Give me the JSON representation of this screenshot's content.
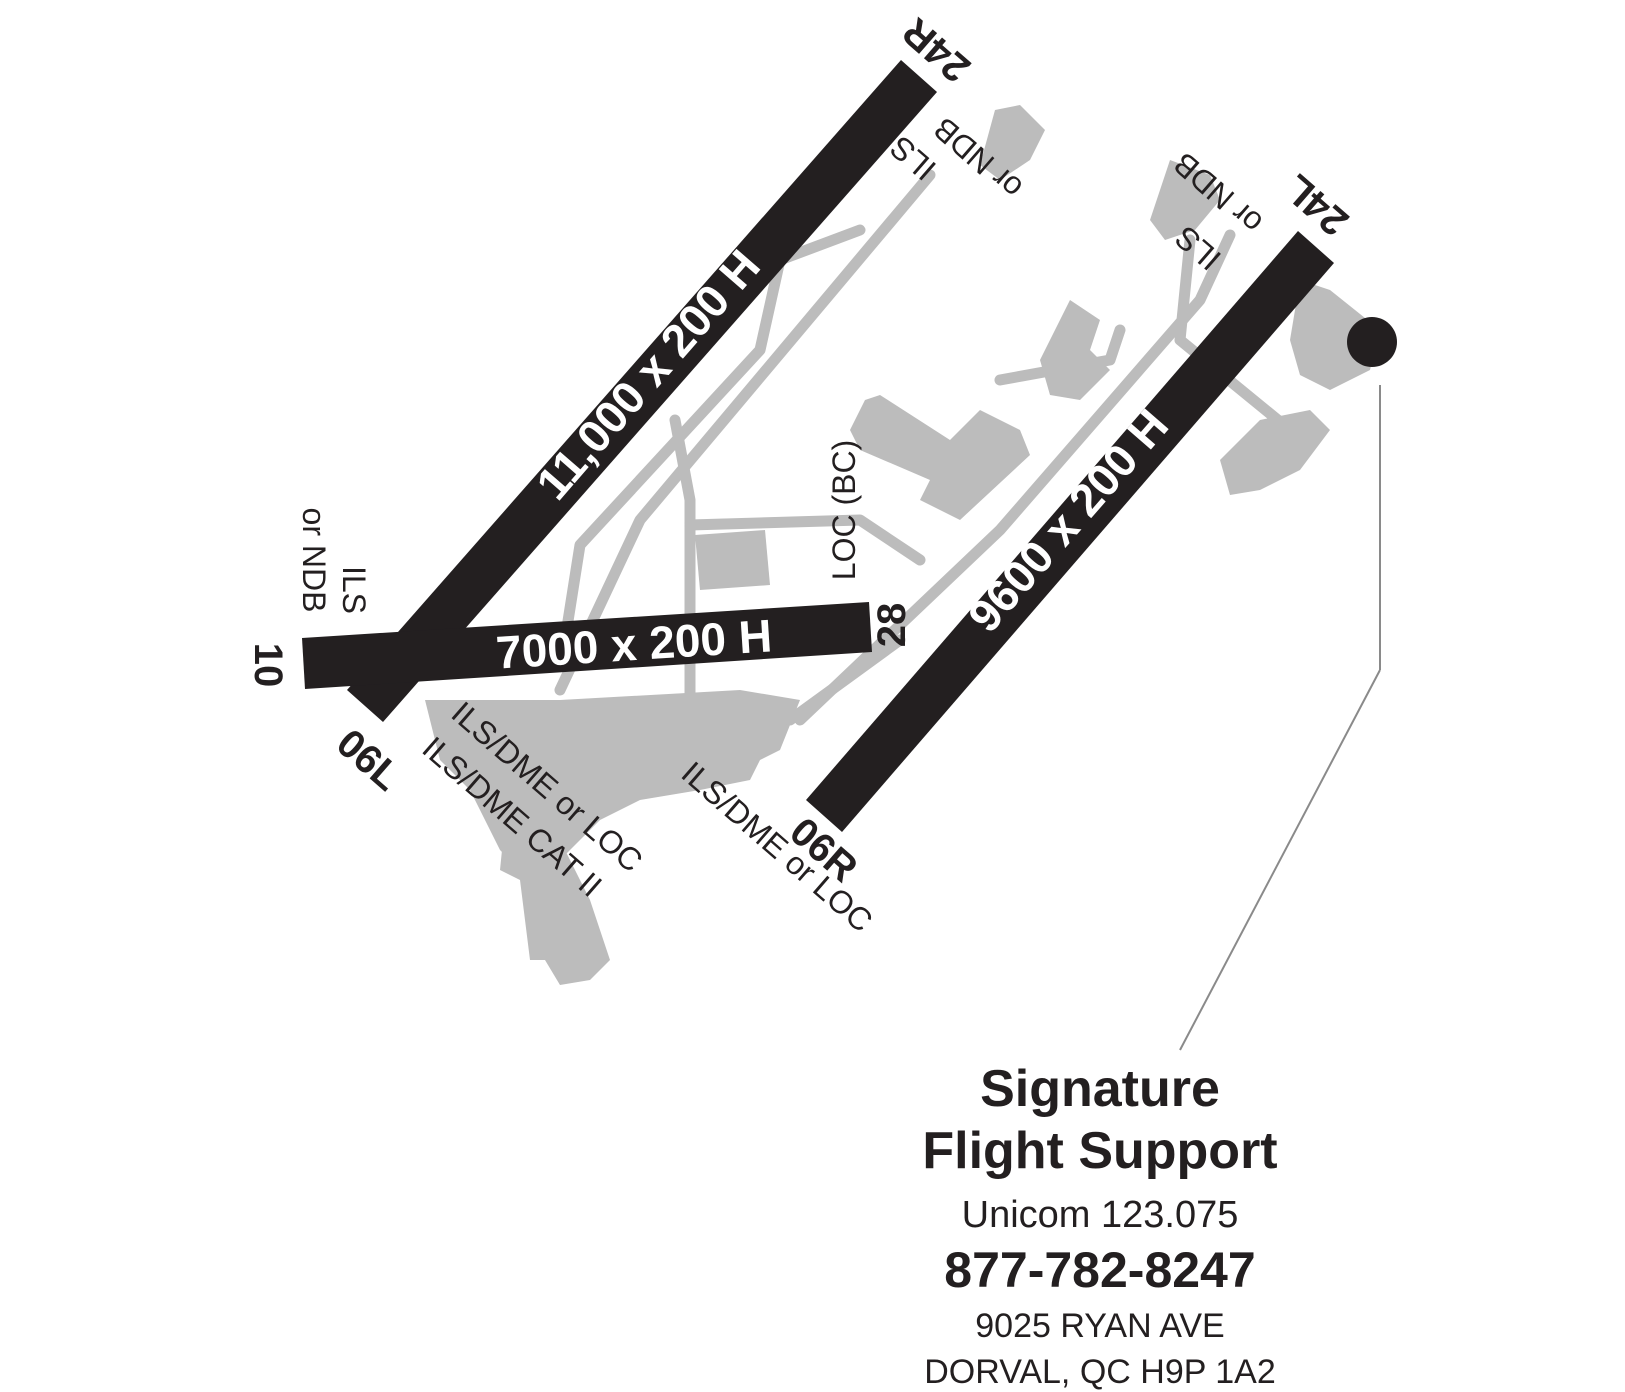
{
  "runways": {
    "rwy_06L_24R": {
      "dimensions": "11,000 x 200 H",
      "end_a": "06L",
      "end_b": "24R"
    },
    "rwy_06R_24L": {
      "dimensions": "9600 x 200 H",
      "end_a": "06R",
      "end_b": "24L"
    },
    "rwy_10_28": {
      "dimensions": "7000 x 200 H",
      "end_a": "10",
      "end_b": "28"
    }
  },
  "approaches": {
    "app_24R_ils": "ILS",
    "app_24R_ndb": "or NDB",
    "app_24L_ils": "ILS",
    "app_24L_ndb": "or NDB",
    "app_10_ils": "ILS",
    "app_10_ndb": "or NDB",
    "app_28_loc": "LOC (BC)",
    "app_06L_line1": "ILS/DME or LOC",
    "app_06L_line2": "ILS/DME CAT II",
    "app_06R": "ILS/DME or LOC"
  },
  "fbo": {
    "name_line1": "Signature",
    "name_line2": "Flight Support",
    "unicom": "Unicom 123.075",
    "phone": "877-782-8247",
    "address_line1": "9025 RYAN AVE",
    "address_line2": "DORVAL, QC H9P 1A2"
  },
  "colors": {
    "runway": "#231f20",
    "taxiway_and_apron": "#bcbcbc",
    "background": "#ffffff"
  }
}
